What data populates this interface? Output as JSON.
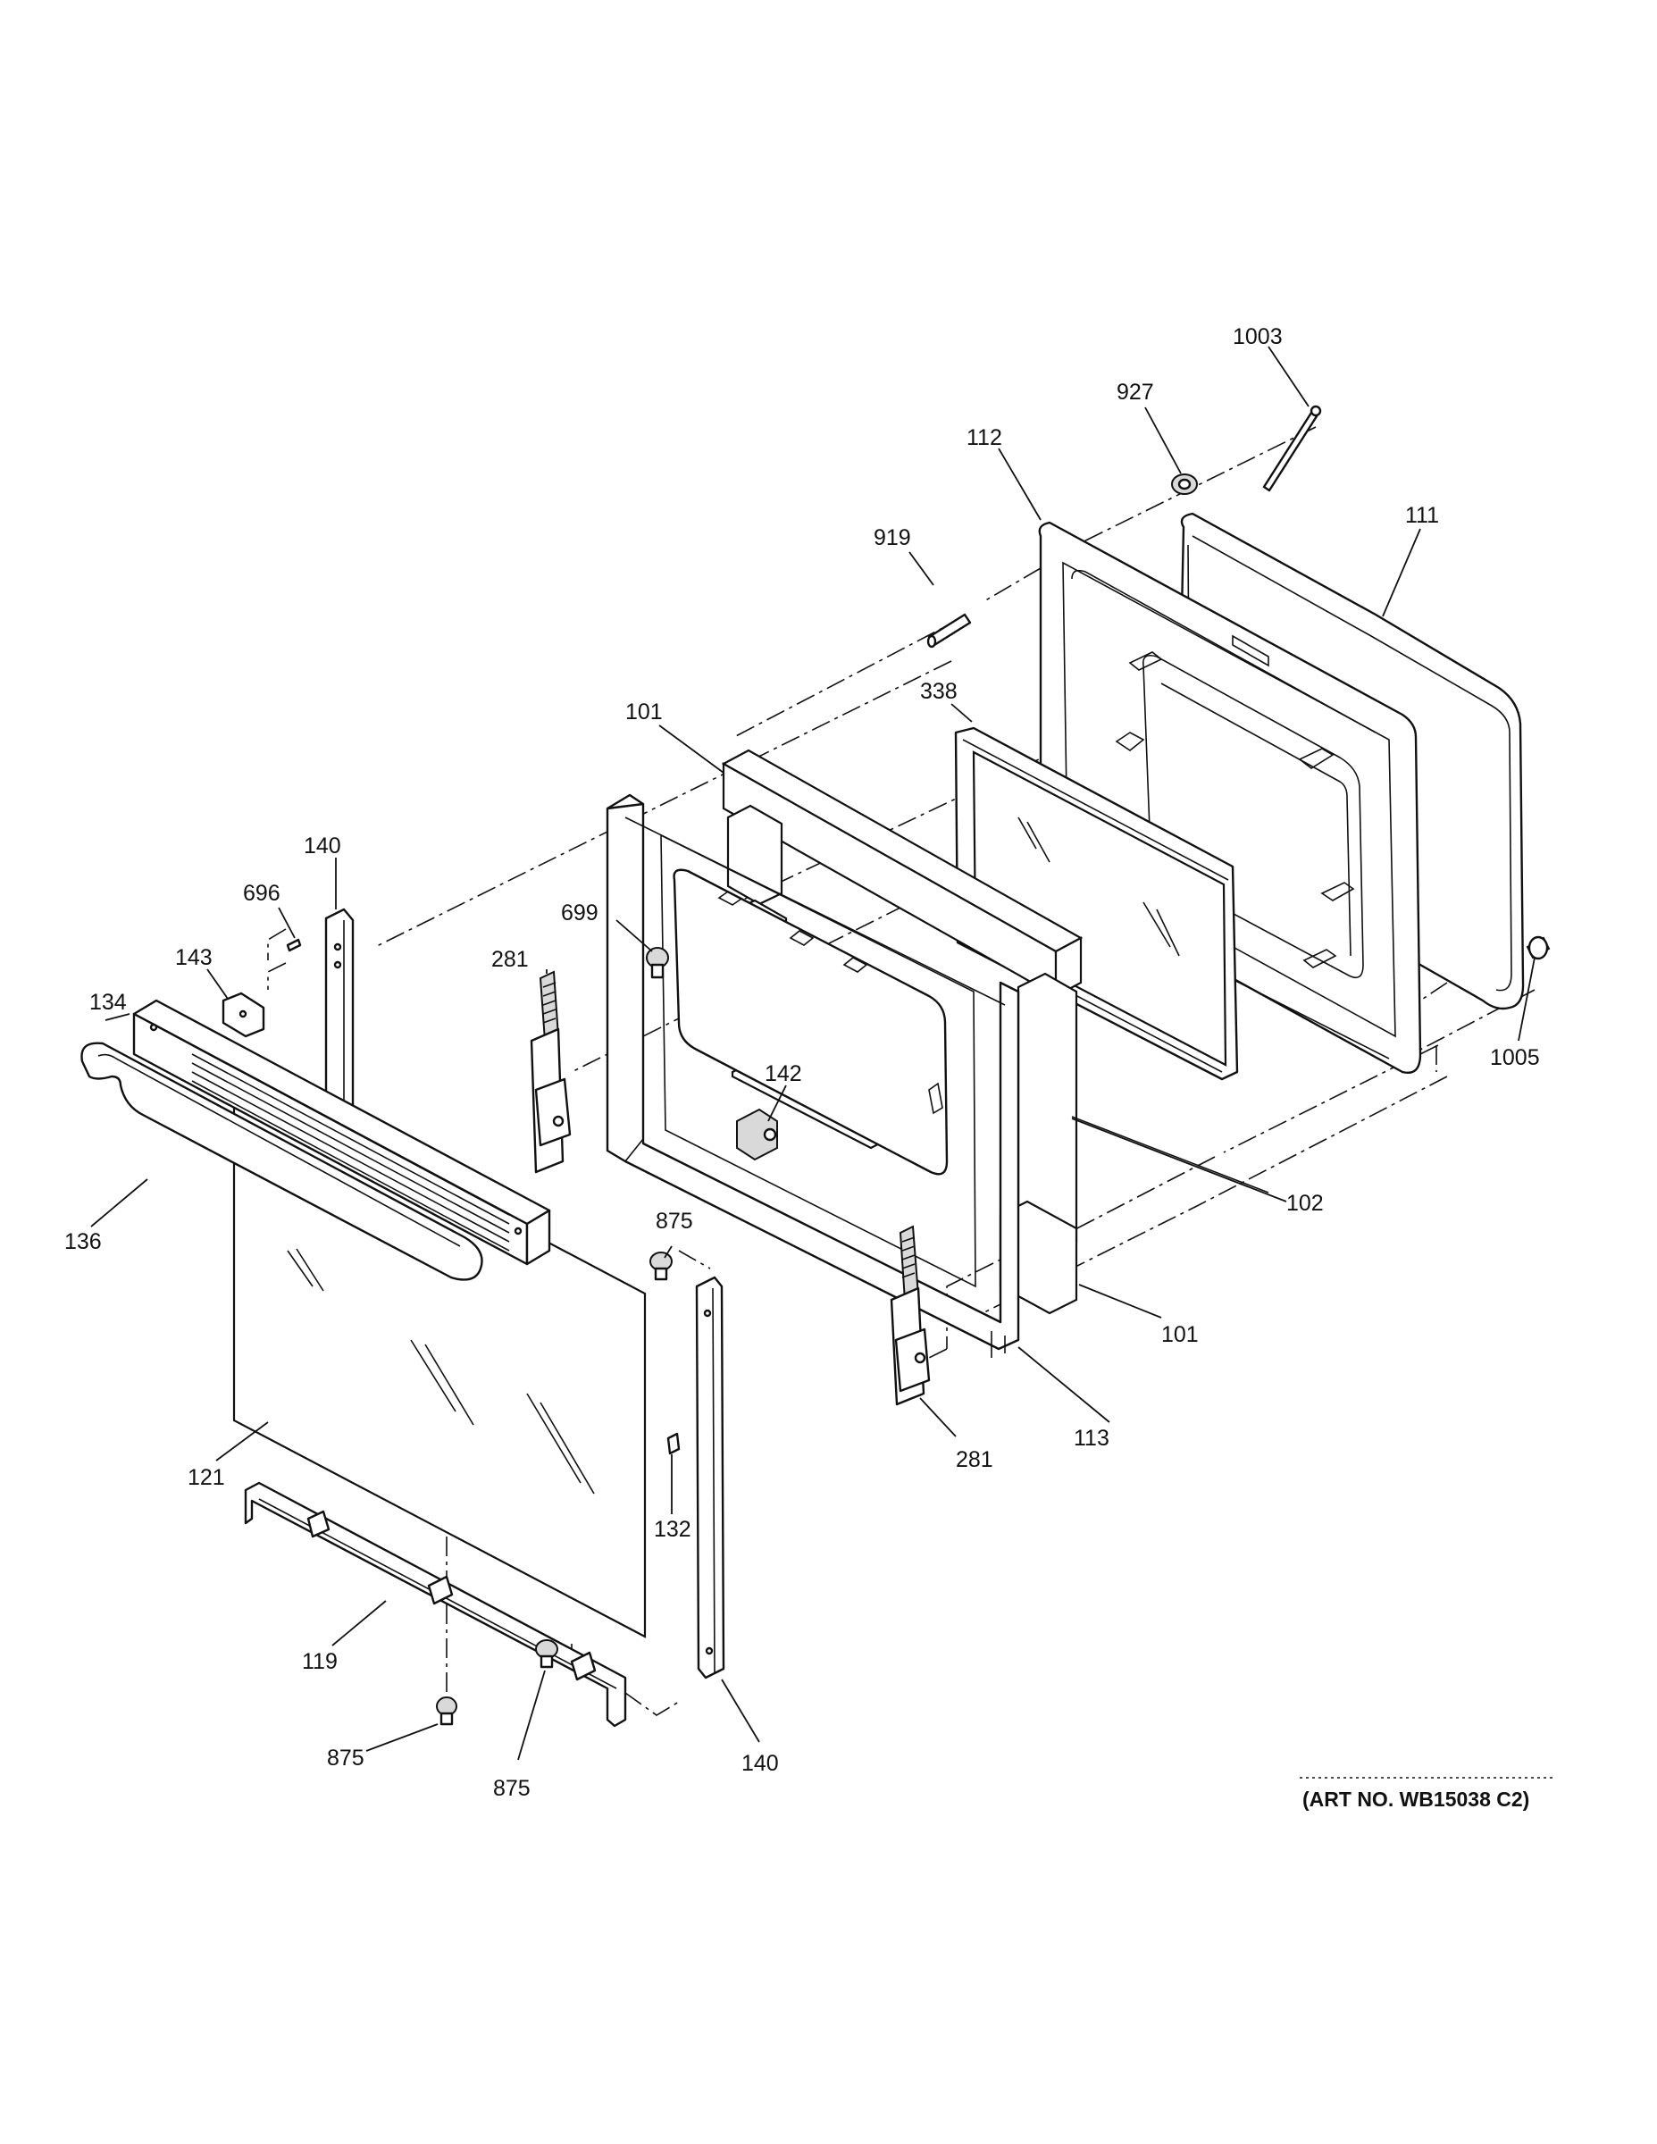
{
  "callouts": [
    {
      "id": "c-1003",
      "text": "1003"
    },
    {
      "id": "c-927",
      "text": "927"
    },
    {
      "id": "c-112",
      "text": "112"
    },
    {
      "id": "c-111",
      "text": "111"
    },
    {
      "id": "c-919",
      "text": "919"
    },
    {
      "id": "c-338",
      "text": "338"
    },
    {
      "id": "c-101a",
      "text": "101"
    },
    {
      "id": "c-140a",
      "text": "140"
    },
    {
      "id": "c-696",
      "text": "696"
    },
    {
      "id": "c-699",
      "text": "699"
    },
    {
      "id": "c-281a",
      "text": "281"
    },
    {
      "id": "c-143",
      "text": "143"
    },
    {
      "id": "c-134",
      "text": "134"
    },
    {
      "id": "c-142",
      "text": "142"
    },
    {
      "id": "c-1005",
      "text": "1005"
    },
    {
      "id": "c-136",
      "text": "136"
    },
    {
      "id": "c-102",
      "text": "102"
    },
    {
      "id": "c-875a",
      "text": "875"
    },
    {
      "id": "c-101b",
      "text": "101"
    },
    {
      "id": "c-113",
      "text": "113"
    },
    {
      "id": "c-281b",
      "text": "281"
    },
    {
      "id": "c-121",
      "text": "121"
    },
    {
      "id": "c-132",
      "text": "132"
    },
    {
      "id": "c-119",
      "text": "119"
    },
    {
      "id": "c-875b",
      "text": "875"
    },
    {
      "id": "c-140b",
      "text": "140"
    },
    {
      "id": "c-875c",
      "text": "875"
    }
  ],
  "art_number": "(ART NO. WB15038 C2)"
}
